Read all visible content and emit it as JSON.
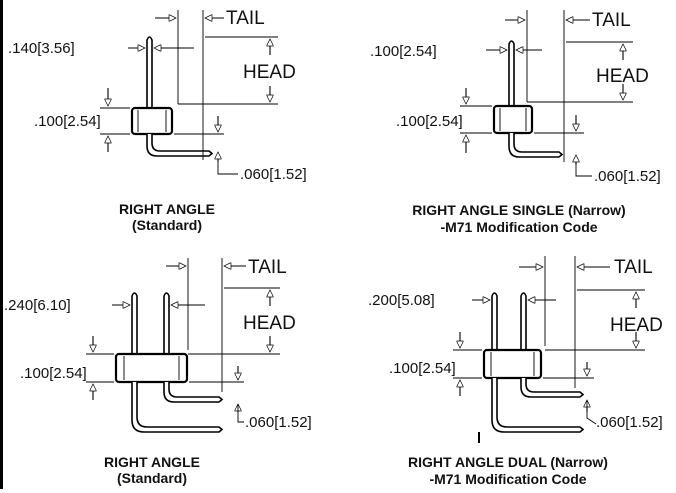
{
  "diagrams": [
    {
      "id": "rs",
      "tail_label": "TAIL",
      "head_label": "HEAD",
      "pitch_dim": ".140[3.56]",
      "height_dim": ".100[2.54]",
      "lead_dim": ".060[1.52]",
      "caption_line1": "RIGHT ANGLE",
      "caption_line2": "(Standard)"
    },
    {
      "id": "rsn",
      "tail_label": "TAIL",
      "head_label": "HEAD",
      "pitch_dim": ".100[2.54]",
      "height_dim": ".100[2.54]",
      "lead_dim": ".060[1.52]",
      "caption_line1": "RIGHT ANGLE SINGLE (Narrow)",
      "caption_line2": "-M71 Modification Code"
    },
    {
      "id": "rd",
      "tail_label": "TAIL",
      "head_label": "HEAD",
      "pitch_dim": ".240[6.10]",
      "height_dim": ".100[2.54]",
      "lead_dim": ".060[1.52]",
      "caption_line1": "RIGHT ANGLE",
      "caption_line2": "(Standard)"
    },
    {
      "id": "rdn",
      "tail_label": "TAIL",
      "head_label": "HEAD",
      "pitch_dim": ".200[5.08]",
      "height_dim": ".100[2.54]",
      "lead_dim": ".060[1.52]",
      "caption_line1": "RIGHT ANGLE DUAL (Narrow)",
      "caption_line2": "-M71 Modification Code"
    }
  ]
}
